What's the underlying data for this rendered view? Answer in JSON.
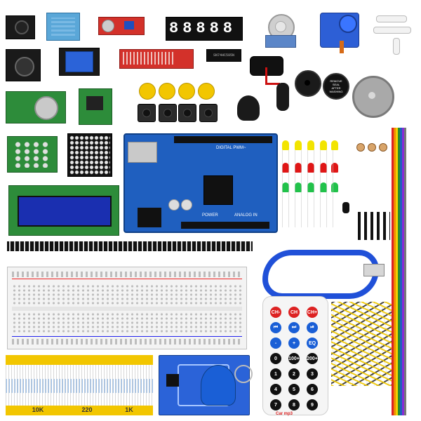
{
  "scene": {
    "seven_segment_display": "88888",
    "arduino_silkscreen": {
      "digital_label": "DIGITAL PWM~",
      "power_label": "POWER",
      "analog_label": "ANALOG IN"
    },
    "servo_label": "",
    "buzzer_sticker_lines": [
      "REMOVE",
      "SEAL",
      "AFTER",
      "WASHING"
    ],
    "remote": {
      "top_row": [
        "CH-",
        "CH",
        "CH+"
      ],
      "row2": [
        "⏮",
        "⏭",
        "⏯"
      ],
      "row3": [
        "-",
        "+",
        "EQ"
      ],
      "row4": [
        "0",
        "100+",
        "200+"
      ],
      "digits": [
        "1",
        "2",
        "3",
        "4",
        "5",
        "6",
        "7",
        "8",
        "9"
      ],
      "brand": "Car mp3"
    },
    "resistor_tags": [
      "10K",
      "220",
      "1K"
    ],
    "ic_chip_label": "SN74HC595N",
    "colors": {
      "pcb_blue": "#1f5fbf",
      "pcb_green": "#2d8c3a",
      "remote_red": "#d22",
      "remote_blue": "#1a5fd6",
      "lcd_blue": "#1a2fb0"
    }
  }
}
